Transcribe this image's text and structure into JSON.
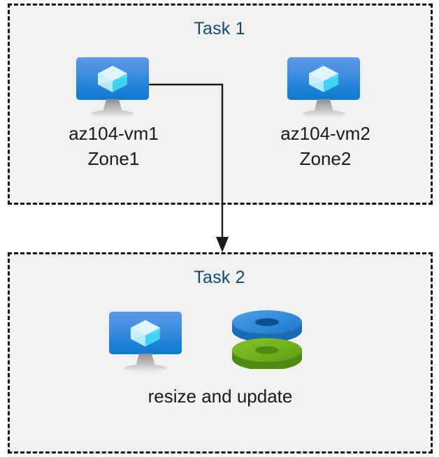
{
  "diagram": {
    "title": "Azure VM tasks diagram",
    "background_color": "#ffffff",
    "box_fill_color": "#f1f1f1",
    "box_border_color": "#161616",
    "title_color": "#134a70",
    "text_color": "#1a1a1a",
    "connector_color": "#1a1a1a"
  },
  "task1": {
    "title": "Task 1",
    "vms": [
      {
        "icon": "virtual-machine-icon",
        "label": "az104-vm1\nZone1",
        "name": "az104-vm1",
        "zone": "Zone1"
      },
      {
        "icon": "virtual-machine-icon",
        "label": "az104-vm2\nZone2",
        "name": "az104-vm2",
        "zone": "Zone2"
      }
    ]
  },
  "task2": {
    "title": "Task 2",
    "caption": "resize and update",
    "icons": [
      {
        "icon": "virtual-machine-icon",
        "name": "virtual machine"
      },
      {
        "icon": "managed-disks-icon",
        "name": "managed disks"
      }
    ]
  },
  "connector": {
    "name": "arrow-from-vm1-to-task2",
    "from": "az104-vm1",
    "to": "Task 2",
    "style": "elbow-with-arrowhead"
  },
  "colors": {
    "vm_screen_top": "#5b9be6",
    "vm_screen_bottom": "#0f7ad0",
    "cube_light": "#d3f2fb",
    "cube_cyan": "#44d6f5",
    "disk_blue": "#2e86d5",
    "disk_green": "#6fb222"
  }
}
